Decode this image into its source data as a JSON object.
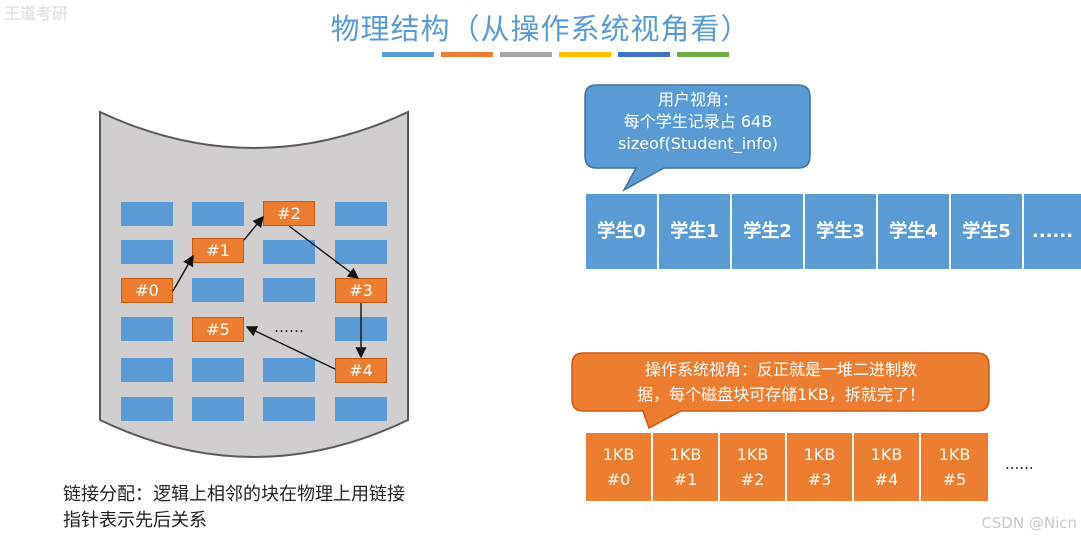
{
  "title": "物理结构（从操作系统视角看）",
  "watermark_top_left": "王道考研",
  "watermark": "CSDN @Nicn",
  "colors": {
    "blue": "#5b9bd5",
    "orange": "#ed7d31",
    "gray": "#a5a5a5",
    "yellow": "#ffc000",
    "darkblue": "#4472c4",
    "green": "#70ad47"
  },
  "disk": {
    "blocks": [
      "#0",
      "#1",
      "#2",
      "#3",
      "#4",
      "#5"
    ],
    "ellipsis": "……"
  },
  "caption": {
    "line1": "链接分配：逻辑上相邻的块在物理上用链接",
    "line2": "指针表示先后关系"
  },
  "user_view": {
    "line1": "用户视角：",
    "line2": "每个学生记录占 64B",
    "line3": "sizeof(Student_info)",
    "cells": [
      "学生0",
      "学生1",
      "学生2",
      "学生3",
      "学生4",
      "学生5",
      "......"
    ]
  },
  "os_view": {
    "line1": "操作系统视角：反正就是一堆二进制数",
    "line2": "据，每个磁盘块可存储1KB，拆就完了！",
    "cells": [
      {
        "size": "1KB",
        "id": "#0"
      },
      {
        "size": "1KB",
        "id": "#1"
      },
      {
        "size": "1KB",
        "id": "#2"
      },
      {
        "size": "1KB",
        "id": "#3"
      },
      {
        "size": "1KB",
        "id": "#4"
      },
      {
        "size": "1KB",
        "id": "#5"
      }
    ],
    "ellipsis": "......"
  }
}
